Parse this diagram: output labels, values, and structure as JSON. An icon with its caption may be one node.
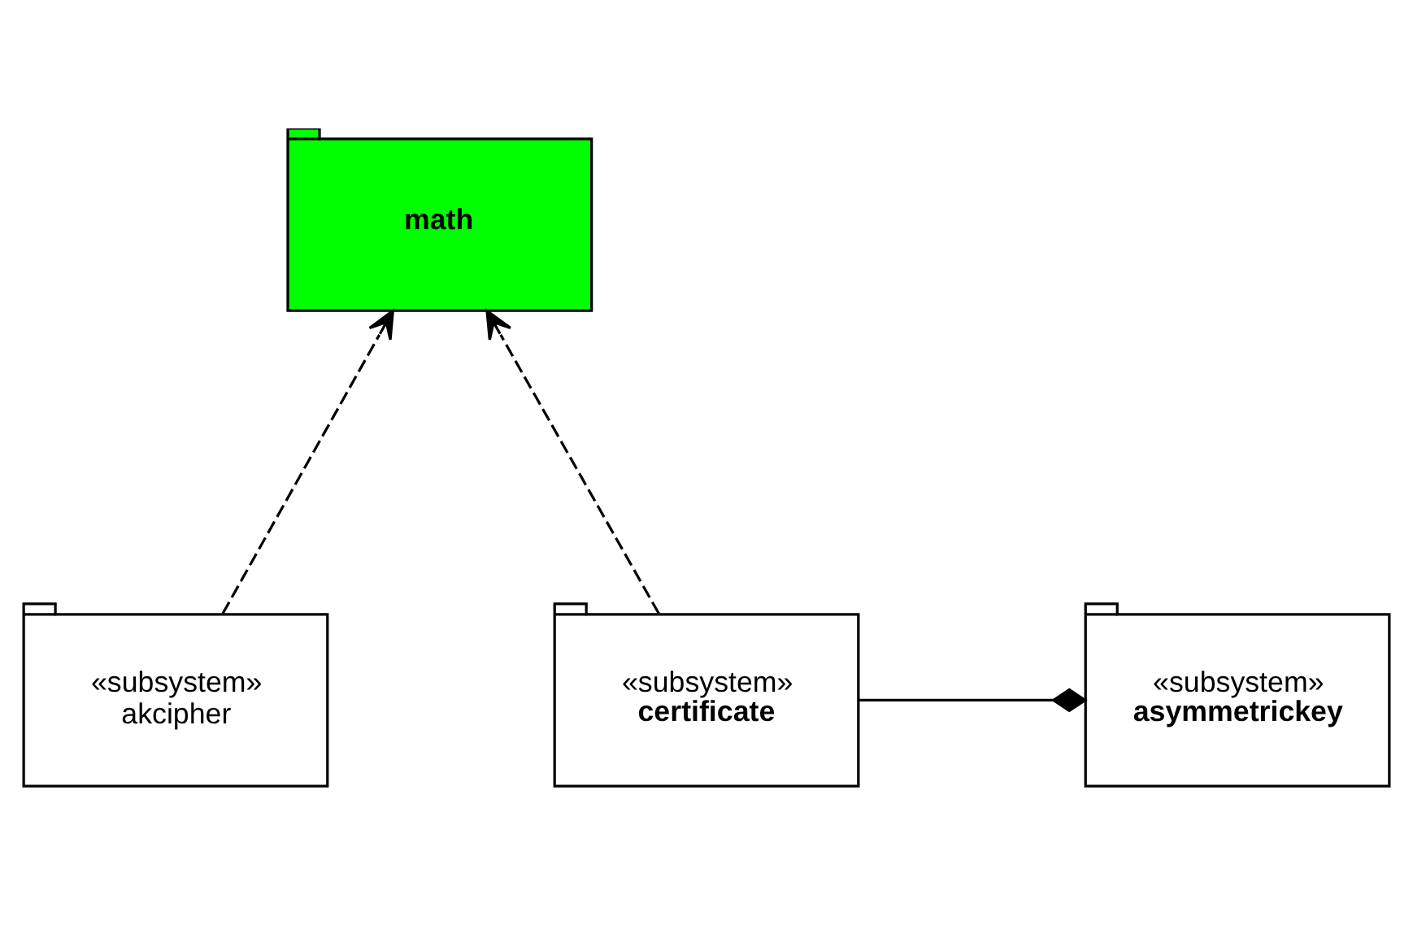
{
  "diagram": {
    "nodes": [
      {
        "text": [
          "math"
        ]
      },
      {
        "text": [
          "«subsystem»",
          "akcipher"
        ]
      },
      {
        "text": [
          "«subsystem»",
          "asymmetrickey"
        ]
      },
      {
        "text": [
          "«subsystem»",
          "certificate"
        ]
      }
    ],
    "edges": [
      {
        "from": 1,
        "to": 0,
        "arrow": "to",
        "style": "dashed"
      },
      {
        "from": 3,
        "to": 0,
        "arrow": "to",
        "style": "dashed"
      },
      {
        "from": 2,
        "to": 3,
        "arrow": "other"
      }
    ]
  }
}
